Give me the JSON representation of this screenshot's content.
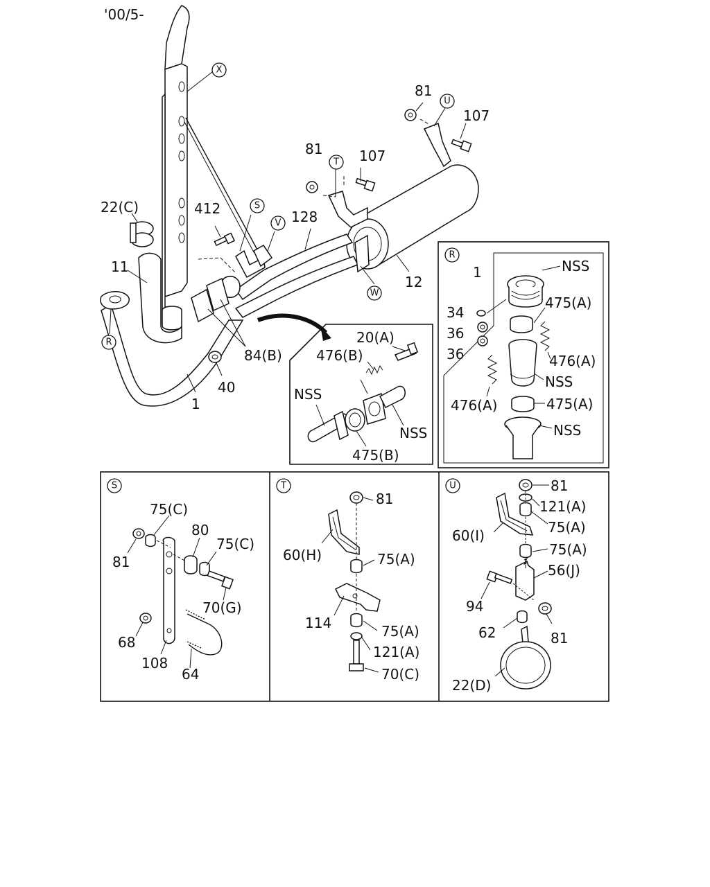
{
  "header": {
    "date_code": "'00/5-"
  },
  "main": {
    "labels": {
      "p22c": "22(C)",
      "p11": "11",
      "p412": "412",
      "p128": "128",
      "p12": "12",
      "p81a": "81",
      "p107a": "107",
      "p81b": "81",
      "p107b": "107",
      "p84b": "84(B)",
      "p40": "40",
      "p1": "1"
    },
    "callouts": {
      "x": "X",
      "s": "S",
      "v": "V",
      "t": "T",
      "u": "U",
      "w": "W",
      "r": "R"
    }
  },
  "detail_flange": {
    "labels": {
      "p20a": "20(A)",
      "p476b": "476(B)",
      "nss_left": "NSS",
      "nss_right": "NSS",
      "p475b": "475(B)"
    }
  },
  "detail_r": {
    "title": "R",
    "labels": {
      "p1": "1",
      "nss_top": "NSS",
      "p34": "34",
      "p475a_1": "475(A)",
      "p36_1": "36",
      "p36_2": "36",
      "p476a_1": "476(A)",
      "nss_mid": "NSS",
      "p476a_2": "476(A)",
      "p475a_2": "475(A)",
      "nss_bot": "NSS"
    }
  },
  "detail_s": {
    "title": "S",
    "labels": {
      "p75c_1": "75(C)",
      "p80": "80",
      "p75c_2": "75(C)",
      "p81": "81",
      "p70g": "70(G)",
      "p68": "68",
      "p108": "108",
      "p64": "64"
    }
  },
  "detail_t": {
    "title": "T",
    "labels": {
      "p81": "81",
      "p60h": "60(H)",
      "p75a_1": "75(A)",
      "p114": "114",
      "p75a_2": "75(A)",
      "p121a": "121(A)",
      "p70c": "70(C)"
    }
  },
  "detail_u": {
    "title": "U",
    "labels": {
      "p81_1": "81",
      "p121a": "121(A)",
      "p60i": "60(I)",
      "p75a_1": "75(A)",
      "p75a_2": "75(A)",
      "p56j": "56(J)",
      "p94": "94",
      "p62": "62",
      "p81_2": "81",
      "p22d": "22(D)"
    }
  }
}
